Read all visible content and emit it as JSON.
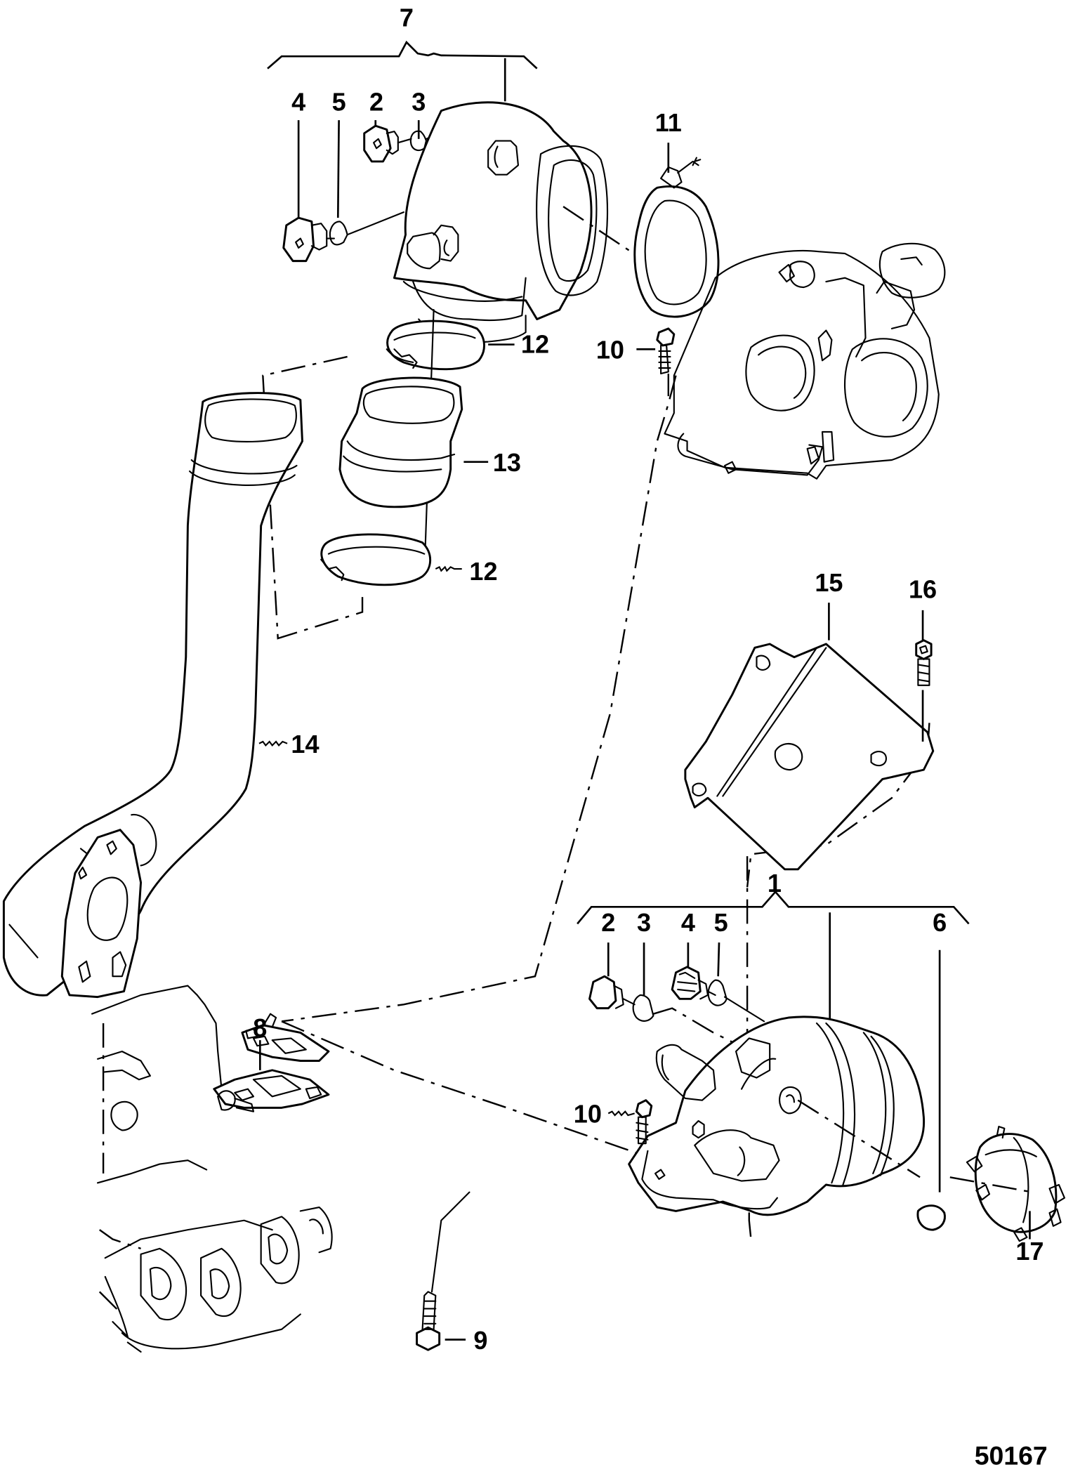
{
  "figure": {
    "figure_number": "50167",
    "type": "exploded parts diagram",
    "line_color": "#000000",
    "background_color": "#ffffff"
  },
  "callouts": {
    "c7": "7",
    "c7_4": "4",
    "c7_5": "5",
    "c7_2": "2",
    "c7_3": "3",
    "c11": "11",
    "c12_upper": "12",
    "c10_upper": "10",
    "c13": "13",
    "c12_lower": "12",
    "c14": "14",
    "c15": "15",
    "c16": "16",
    "c1": "1",
    "c1_2": "2",
    "c1_3": "3",
    "c1_4": "4",
    "c1_5": "5",
    "c1_6": "6",
    "c8": "8",
    "c10_lower": "10",
    "c9": "9",
    "c17": "17"
  }
}
